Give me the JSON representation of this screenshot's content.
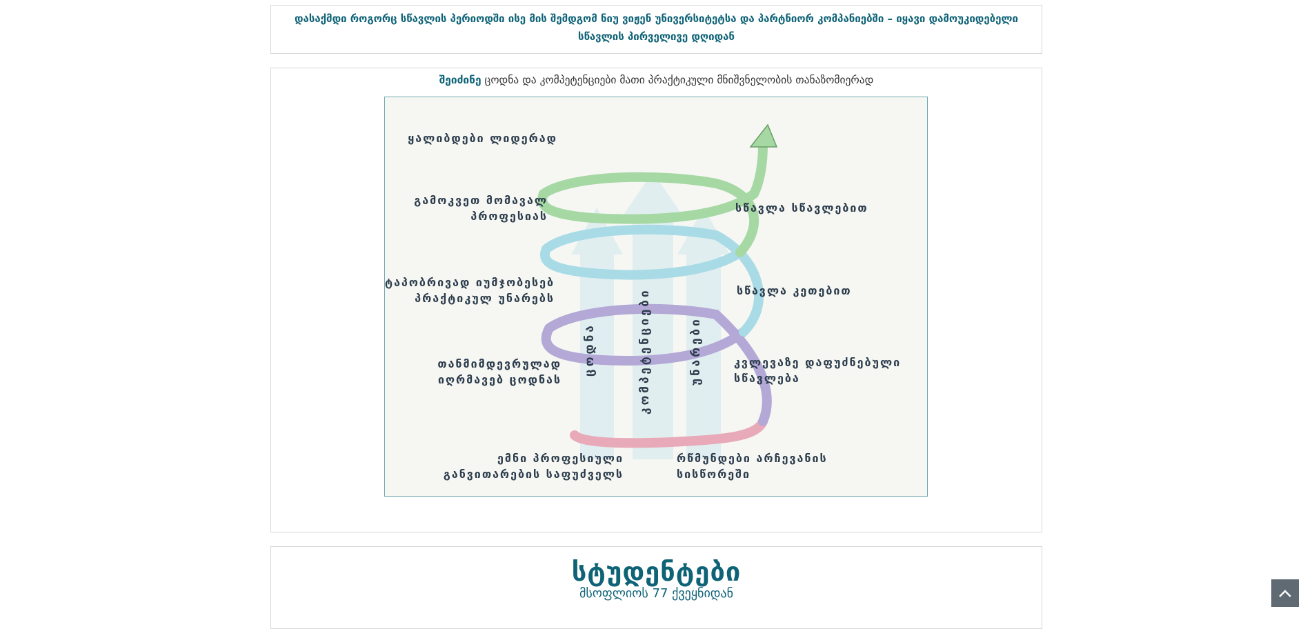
{
  "intro": {
    "line1": "დასაქმდი როგორც სწავლის პერიოდში ისე მის შემდგომ ნიუ ვიჟენ უნივერსიტეტსა და პარტნიორ კომპანიებში – იყავი დამოუკიდებელი",
    "line2": "სწავლის პირველივე დღიდან"
  },
  "competence": {
    "highlight": "შეიძინე",
    "text": "ცოდნა და კომპეტენციები მათი პრაქტიკული მნიშვნელობის თანაზომიერად"
  },
  "diagram": {
    "left_labels": [
      [
        "ყალიბდები ლიდერად"
      ],
      [
        "გამოკვეთ მომავალ",
        "პროფესიას"
      ],
      [
        "ეტაპობრივად იუმჯობესებ",
        "პრაქტიკულ უნარებს"
      ],
      [
        "თანმიმდევრულად",
        "იღრმავებ ცოდნას"
      ],
      [
        "ემნი პროფესიული",
        "განვითარების საფუძველს"
      ]
    ],
    "right_labels": [
      [
        "სწავლა სწავლებით"
      ],
      [
        "სწავლა კეთებით"
      ],
      [
        "კვლევაზე დაფუძნებული",
        "სწავლება"
      ],
      [
        "რწმუნდები არჩევანის",
        "სისწორეში"
      ]
    ],
    "arrow_labels": [
      "ცოდნა",
      "კომპეტენციები",
      "უნარები"
    ]
  },
  "students": {
    "title": "სტუდენტები",
    "subtitle": "მსოფლიოს 77 ქვეყნიდან"
  },
  "colors": {
    "brand": "#0f6377",
    "spiral_green": "#a6d8a4",
    "spiral_cyan": "#a9dbe6",
    "spiral_purple": "#b3a8d6",
    "spiral_pink": "#e8aab8"
  },
  "icons": {
    "scroll_top": "chevron-up-icon"
  }
}
